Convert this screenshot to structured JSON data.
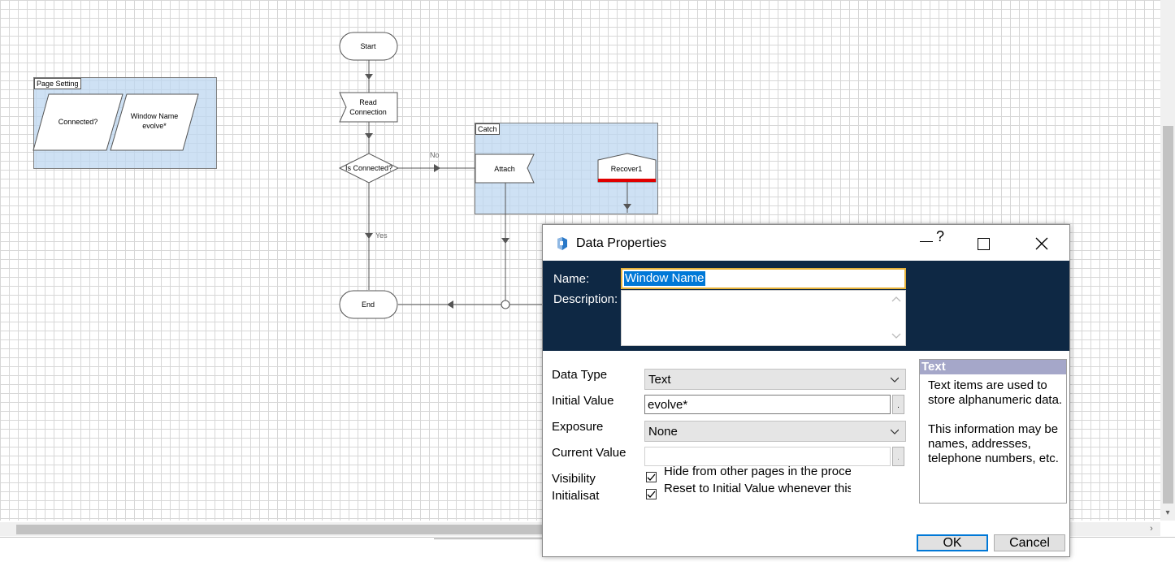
{
  "flowchart": {
    "page_setting_block": {
      "title": "Page Setting",
      "stage1": "Connected?",
      "stage2_line1": "Window Name",
      "stage2_line2": "evolve*"
    },
    "catch_block": {
      "title": "Catch"
    },
    "start": "Start",
    "read_line1": "Read",
    "read_line2": "Connection",
    "decision": "Is Connected?",
    "no_label": "No",
    "yes_label": "Yes",
    "attach": "Attach",
    "recover": "Recover1",
    "end": "End",
    "recover_color": "#e00000"
  },
  "dialog": {
    "title": "Data Properties",
    "help_glyph": "?",
    "name_label": "Name:",
    "name_value": "Window Name",
    "description_label": "Description:",
    "description_value": "",
    "data_type_label": "Data Type",
    "data_type_value": "Text",
    "initial_value_label": "Initial Value",
    "initial_value": "evolve*",
    "exposure_label": "Exposure",
    "exposure_value": "None",
    "current_value_label": "Current Value",
    "current_value": "",
    "visibility_label": "Visibility",
    "visibility_option": "Hide from other pages in the process",
    "initialise_label": "Initialisat",
    "initialise_option": "Reset to Initial Value whenever this page runs",
    "dot_button": ".",
    "help_title": "Text",
    "help_body_1": "Text items are used to store alphanumeric data.",
    "help_body_2": "This information may be names, addresses, telephone numbers, etc.",
    "ok_label": "OK",
    "cancel_label": "Cancel",
    "header_color": "#0e2844",
    "accent_color": "#0078d7"
  }
}
